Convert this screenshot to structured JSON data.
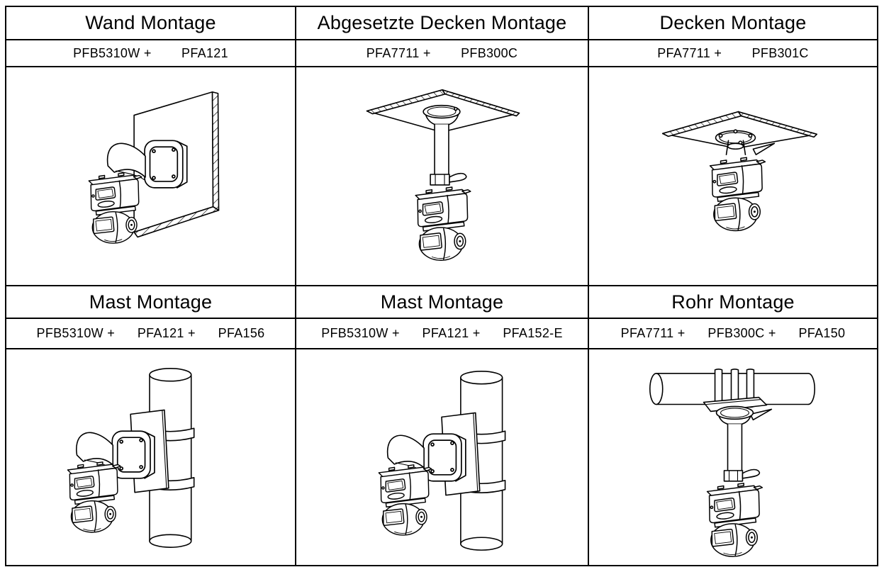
{
  "document": {
    "type": "camera-mounting-options-table",
    "language": "de"
  },
  "colors": {
    "background": "#ffffff",
    "line": "#000000",
    "text": "#000000"
  },
  "cells": [
    {
      "id": "wall",
      "title": "Wand Montage",
      "parts": "PFB5310W +        PFA121",
      "diagram": "wall-mount-camera-drawing"
    },
    {
      "id": "pendant-ceiling",
      "title": "Abgesetzte Decken Montage",
      "parts": "PFA7711 +        PFB300C",
      "diagram": "pendant-ceiling-mount-camera-drawing"
    },
    {
      "id": "ceiling",
      "title": "Decken Montage",
      "parts": "PFA7711 +        PFB301C",
      "diagram": "ceiling-mount-camera-drawing"
    },
    {
      "id": "mast",
      "title": "Mast Montage",
      "parts": "PFB5310W +      PFA121 +      PFA156",
      "diagram": "pole-mount-camera-drawing"
    },
    {
      "id": "mast-2",
      "title": "Mast Montage",
      "parts": "PFB5310W +      PFA121 +      PFA152-E",
      "diagram": "pole-mount-camera-drawing"
    },
    {
      "id": "pipe",
      "title": "Rohr Montage",
      "parts": "PFA7711 +      PFB300C +      PFA150",
      "diagram": "pipe-mount-camera-drawing"
    }
  ]
}
